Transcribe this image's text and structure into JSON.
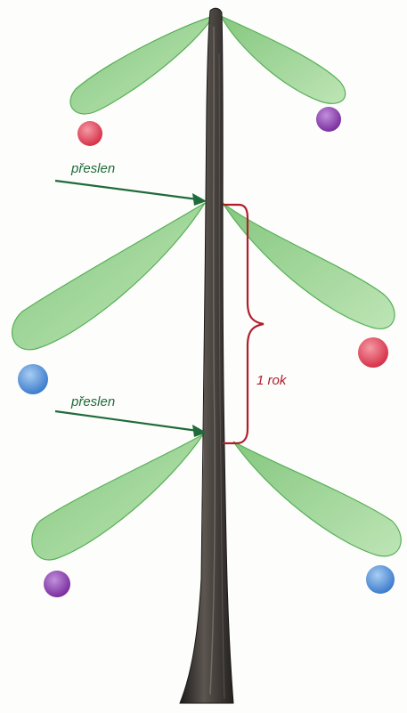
{
  "labels": {
    "whorl_upper": "přeslen",
    "whorl_lower": "přeslen",
    "year": "1 rok"
  },
  "colors": {
    "trunk": "#2e2b29",
    "trunk_highlight": "#6b6560",
    "branch_fill": "#8ccf86",
    "branch_stroke": "#4aa94a",
    "arrow": "#1f6b3a",
    "bracket": "#b01e2a",
    "ball_red": "#e0465a",
    "ball_purple": "#8b3fae",
    "ball_blue": "#4f8fd6"
  },
  "ornaments": [
    {
      "name": "ornament-top-left",
      "color": "red"
    },
    {
      "name": "ornament-top-right",
      "color": "purple"
    },
    {
      "name": "ornament-middle-left",
      "color": "blue"
    },
    {
      "name": "ornament-middle-right",
      "color": "red"
    },
    {
      "name": "ornament-bottom-left",
      "color": "purple"
    },
    {
      "name": "ornament-bottom-right",
      "color": "blue"
    }
  ]
}
